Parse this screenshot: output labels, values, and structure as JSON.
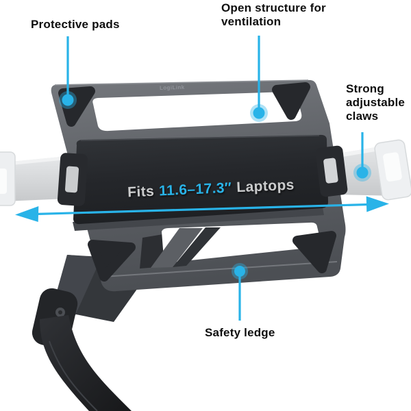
{
  "product": {
    "brand": "LogiLink",
    "panel": {
      "fits_prefix": "Fits",
      "size_range": "11.6–17.3″",
      "fits_suffix": "Laptops"
    }
  },
  "annotations": {
    "protective_pads": "Protective pads",
    "open_structure": "Open structure for ventilation",
    "adjustable_claws": "Strong adjustable claws",
    "safety_ledge": "Safety ledge"
  },
  "colors": {
    "accent": "#29b3e8",
    "label_text": "#0e0e0e",
    "panel_text": "#cbcccd",
    "frame_gray": "#5d6065",
    "panel_black": "#24262a"
  }
}
